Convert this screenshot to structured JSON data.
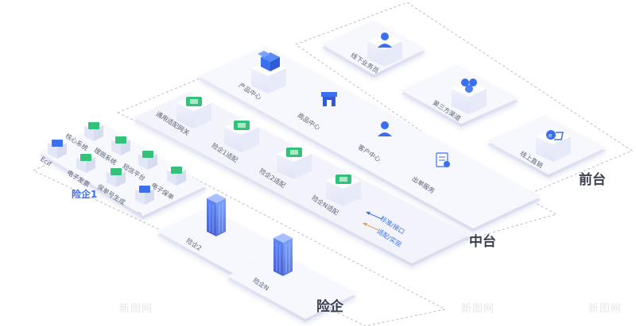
{
  "sections": {
    "front": "前台",
    "middle": "中台",
    "insurer": "险企"
  },
  "front_items": [
    {
      "label": "线下业务员",
      "icon": "user-icon"
    },
    {
      "label": "第三方渠道",
      "icon": "people-group-icon"
    },
    {
      "label": "线上直销",
      "icon": "shopping-cart-icon"
    }
  ],
  "middle_items": [
    {
      "label": "产品中心",
      "icon": "box-icon"
    },
    {
      "label": "商品中心",
      "icon": "storefront-icon"
    },
    {
      "label": "客户中心",
      "icon": "customer-icon"
    },
    {
      "label": "出单服务",
      "icon": "policy-document-icon"
    },
    {
      "label": "通用适配网关",
      "icon": "gateway-icon"
    },
    {
      "label": "险企1适配",
      "icon": "adapter-icon"
    },
    {
      "label": "险企2适配",
      "icon": "adapter-icon"
    },
    {
      "label": "险企N适配",
      "icon": "adapter-icon"
    }
  ],
  "legend": {
    "standard": "标准/接口",
    "adapt": "适配/实现"
  },
  "insurer1": {
    "name": "险企1",
    "modules": [
      "核心系统",
      "理赔系统",
      "短信平台",
      "电子保单",
      "Ecif",
      "电子发票",
      "保单号生成"
    ],
    "more": "..."
  },
  "insurer2": {
    "name": "险企2",
    "icon": "building-icon"
  },
  "insurerN": {
    "name": "险企N",
    "icon": "building-icon"
  },
  "watermark": "新图网",
  "colors": {
    "accent": "#3a6ff0",
    "icon_green": "#34c27a",
    "tile": "#f6f7fc",
    "edge": "#dcdff0"
  }
}
